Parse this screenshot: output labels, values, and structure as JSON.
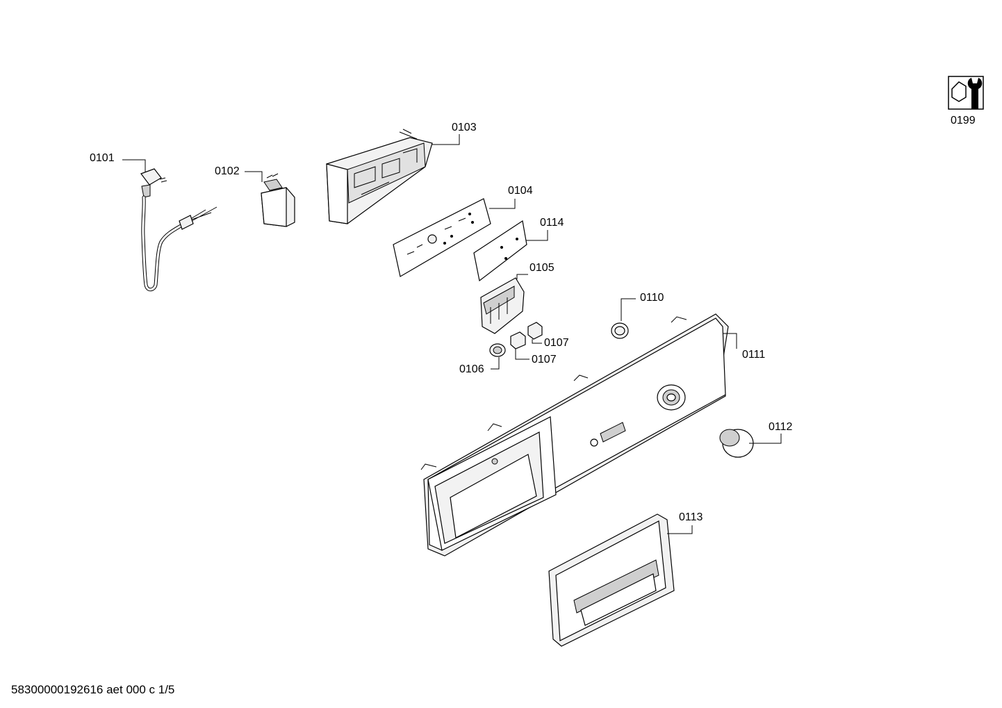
{
  "diagram": {
    "labels": {
      "p0101": "0101",
      "p0102": "0102",
      "p0103": "0103",
      "p0104": "0104",
      "p0114": "0114",
      "p0105": "0105",
      "p0110": "0110",
      "p0111": "0111",
      "p0107a": "0107",
      "p0107b": "0107",
      "p0106": "0106",
      "p0112": "0112",
      "p0113": "0113",
      "p0199": "0199"
    },
    "footer": "58300000192616 aet 000 c 1/5"
  },
  "colors": {
    "line": "#000000",
    "fill": "#f2f2f2",
    "shade": "#cfcfcf"
  },
  "icons": {
    "service": "wrench-nut-icon"
  }
}
